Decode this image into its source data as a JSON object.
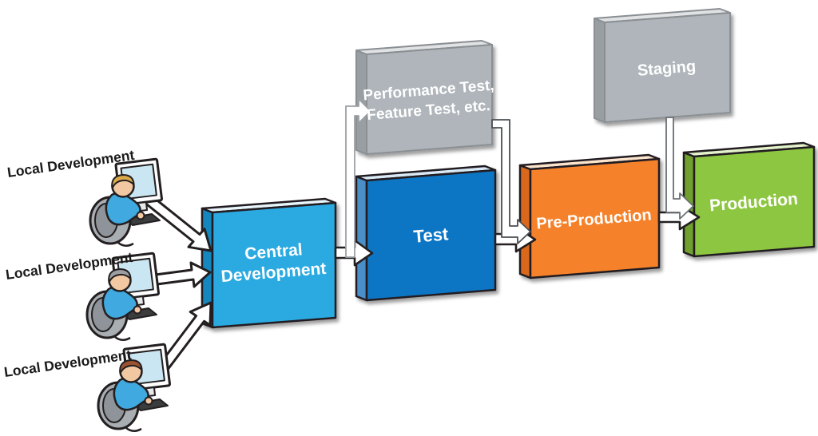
{
  "colors": {
    "outline": "#231F20",
    "arrow_fill": "#FFFFFF",
    "elbow_gray": "#9CA1A5",
    "elbow_mid": "#4A4E52",
    "elbow_staging": "#6A6F73",
    "box_text": "#FFFFFF",
    "label_text": "#1A1A1A"
  },
  "local_development": {
    "shirt_color": "#3FA9E0",
    "screen_color": "#CBE6F3",
    "items": [
      {
        "label": "Local Development",
        "hair_color": "#D9A94B"
      },
      {
        "label": "Local Development",
        "hair_color": "#9C9EA1"
      },
      {
        "label": "Local Development",
        "hair_color": "#9B5230"
      }
    ]
  },
  "boxes": {
    "central": {
      "label_line1": "Central",
      "label_line2": "Development",
      "color": "#2BAAE1",
      "side_color": "#1787BE",
      "top_color": "#E8F5FB"
    },
    "test": {
      "label": "Test",
      "color": "#0B76C4",
      "side_color": "#4C8FC9",
      "top_color": "#D9E9F6"
    },
    "performance": {
      "label_line1": "Performance Test,",
      "label_line2": "Feature Test, etc.",
      "color": "#AFB5BA",
      "side_color": "#999EA3",
      "top_color": "#E0E2E3"
    },
    "preproduction": {
      "label": "Pre-Production",
      "color": "#F5822A",
      "side_color": "#D9671D",
      "top_color": "#FBE3CC"
    },
    "staging": {
      "label": "Staging",
      "color": "#AFB5BA",
      "side_color": "#999EA3",
      "top_color": "#E0E2E3"
    },
    "production": {
      "label": "Production",
      "color": "#8DC63F",
      "side_color": "#6FA02E",
      "top_color": "#E3F2CB"
    }
  }
}
